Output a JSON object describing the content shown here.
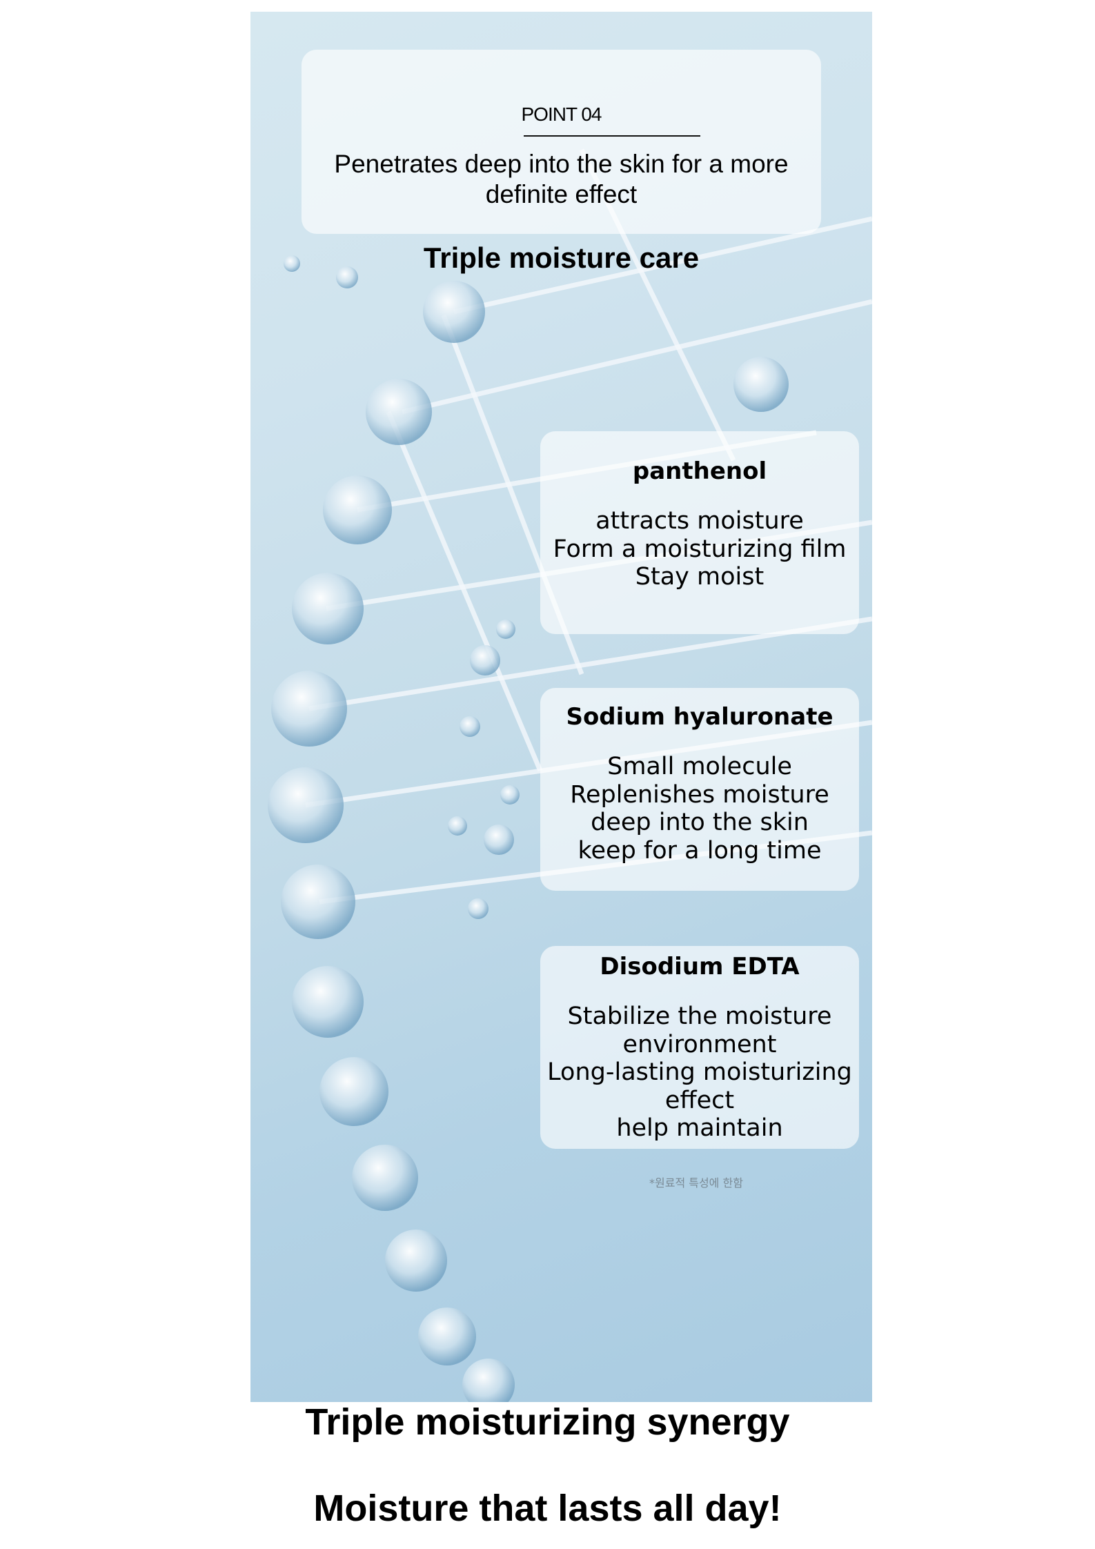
{
  "intro": {
    "point_label": "POINT 04",
    "lead_lines": [
      "Penetrates deep into the skin for a more",
      "definite effect"
    ],
    "heading": "Triple moisture care"
  },
  "ingredients": [
    {
      "name": "panthenol",
      "lines": [
        "attracts moisture",
        "Form a moisturizing film",
        "Stay moist"
      ]
    },
    {
      "name": "Sodium hyaluronate",
      "lines": [
        "Small molecule",
        "Replenishes moisture",
        "deep into the skin",
        "keep for a long time"
      ]
    },
    {
      "name": "Disodium EDTA",
      "lines": [
        "Stabilize the moisture",
        "environment",
        "Long-lasting moisturizing",
        "effect",
        "help maintain"
      ]
    }
  ],
  "footnote": "*원료적 특성에 한함",
  "bottom": {
    "line1": "Triple moisturizing synergy",
    "line2": "Moisture that lasts all day!"
  }
}
